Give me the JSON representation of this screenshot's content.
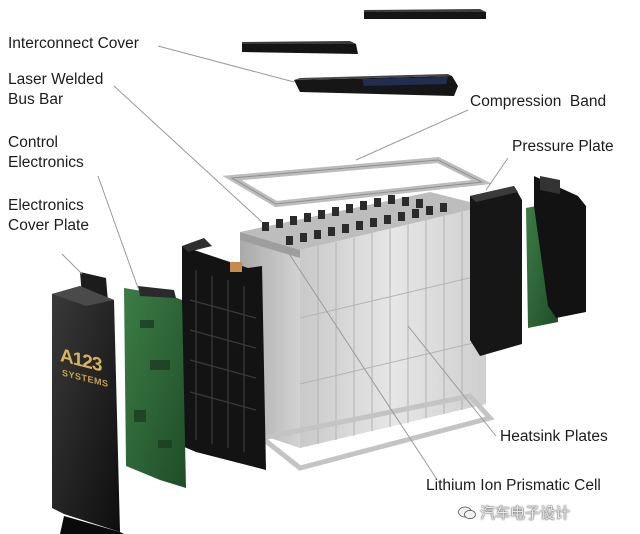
{
  "labels": {
    "interconnect_cover": "Interconnect Cover",
    "laser_welded_bus_bar": [
      "Laser Welded",
      "Bus Bar"
    ],
    "control_electronics": [
      "Control",
      "Electronics"
    ],
    "electronics_cover_plate": [
      "Electronics",
      "Cover Plate"
    ],
    "compression_band": "Compression  Band",
    "pressure_plate": "Pressure Plate",
    "heatsink_plates": "Heatsink Plates",
    "lithium_ion_cell": "Lithium Ion Prismatic Cell"
  },
  "logo": {
    "brand_number": "A123",
    "brand_word": "SYSTEMS"
  },
  "watermark": {
    "text": "汽车电子设计",
    "icon": "wechat-icon"
  },
  "colors": {
    "text": "#1c1c1c",
    "leader": "#9a9a9a",
    "black_part": "#1a1a1a",
    "pcb_green": "#2f6b3a",
    "cell_grey": "#d6d6d6"
  }
}
